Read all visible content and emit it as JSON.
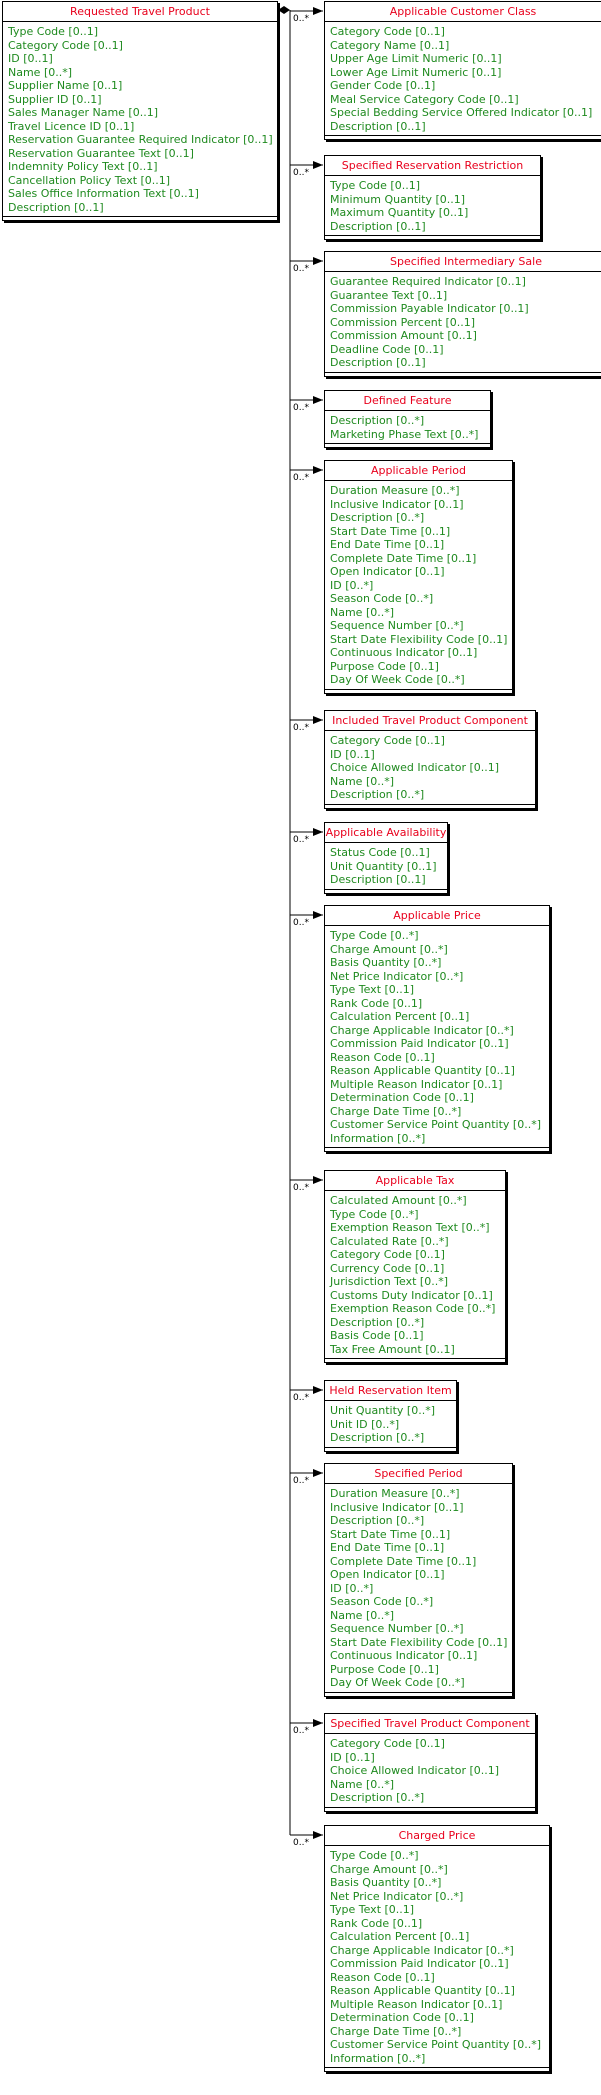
{
  "diagram": {
    "source": {
      "name": "Requested Travel Product",
      "attributes": [
        "Type Code [0..1]",
        "Category Code [0..1]",
        "ID [0..1]",
        "Name [0..*]",
        "Supplier Name [0..1]",
        "Supplier ID [0..1]",
        "Sales Manager Name [0..1]",
        "Travel Licence ID [0..1]",
        "Reservation Guarantee Required Indicator [0..1]",
        "Reservation Guarantee Text [0..1]",
        "Indemnity Policy Text [0..1]",
        "Cancellation Policy Text [0..1]",
        "Sales Office Information Text [0..1]",
        "Description [0..1]"
      ]
    },
    "targets": [
      {
        "name": "Applicable Customer Class",
        "multiplicity": "0..*",
        "attributes": [
          "Category Code [0..1]",
          "Category Name [0..1]",
          "Upper Age Limit Numeric [0..1]",
          "Lower Age Limit Numeric [0..1]",
          "Gender Code [0..1]",
          "Meal Service Category Code [0..1]",
          "Special Bedding Service Offered Indicator [0..1]",
          "Description [0..1]"
        ]
      },
      {
        "name": "Specified Reservation Restriction",
        "multiplicity": "0..*",
        "attributes": [
          "Type Code [0..1]",
          "Minimum Quantity [0..1]",
          "Maximum Quantity [0..1]",
          "Description [0..1]"
        ]
      },
      {
        "name": "Specified Intermediary Sale",
        "multiplicity": "0..*",
        "attributes": [
          "Guarantee Required Indicator [0..1]",
          "Guarantee Text [0..1]",
          "Commission Payable Indicator [0..1]",
          "Commission Percent [0..1]",
          "Commission Amount [0..1]",
          "Deadline Code [0..1]",
          "Description [0..1]"
        ]
      },
      {
        "name": "Defined Feature",
        "multiplicity": "0..*",
        "attributes": [
          "Description [0..*]",
          "Marketing Phase Text [0..*]"
        ]
      },
      {
        "name": "Applicable Period",
        "multiplicity": "0..*",
        "attributes": [
          "Duration Measure [0..*]",
          "Inclusive Indicator [0..1]",
          "Description [0..*]",
          "Start Date Time [0..1]",
          "End Date Time [0..1]",
          "Complete Date Time [0..1]",
          "Open Indicator [0..1]",
          "ID [0..*]",
          "Season Code [0..*]",
          "Name [0..*]",
          "Sequence Number [0..*]",
          "Start Date Flexibility Code [0..1]",
          "Continuous Indicator [0..1]",
          "Purpose Code [0..1]",
          "Day Of Week Code [0..*]"
        ]
      },
      {
        "name": "Included Travel Product Component",
        "multiplicity": "0..*",
        "attributes": [
          "Category Code [0..1]",
          "ID [0..1]",
          "Choice Allowed Indicator [0..1]",
          "Name [0..*]",
          "Description [0..*]"
        ]
      },
      {
        "name": "Applicable Availability",
        "multiplicity": "0..*",
        "attributes": [
          "Status Code [0..1]",
          "Unit Quantity [0..1]",
          "Description [0..1]"
        ]
      },
      {
        "name": "Applicable Price",
        "multiplicity": "0..*",
        "attributes": [
          "Type Code [0..*]",
          "Charge Amount [0..*]",
          "Basis Quantity [0..*]",
          "Net Price Indicator [0..*]",
          "Type Text [0..1]",
          "Rank Code [0..1]",
          "Calculation Percent [0..1]",
          "Charge Applicable Indicator [0..*]",
          "Commission Paid Indicator [0..1]",
          "Reason Code [0..1]",
          "Reason Applicable Quantity [0..1]",
          "Multiple Reason Indicator [0..1]",
          "Determination Code [0..1]",
          "Charge Date Time [0..*]",
          "Customer Service Point Quantity [0..*]",
          "Information [0..*]"
        ]
      },
      {
        "name": "Applicable Tax",
        "multiplicity": "0..*",
        "attributes": [
          "Calculated Amount [0..*]",
          "Type Code [0..*]",
          "Exemption Reason Text [0..*]",
          "Calculated Rate [0..*]",
          "Category Code [0..1]",
          "Currency Code [0..1]",
          "Jurisdiction Text [0..*]",
          "Customs Duty Indicator [0..1]",
          "Exemption Reason Code [0..*]",
          "Description [0..*]",
          "Basis Code [0..1]",
          "Tax Free Amount [0..1]"
        ]
      },
      {
        "name": "Held Reservation Item",
        "multiplicity": "0..*",
        "attributes": [
          "Unit Quantity [0..*]",
          "Unit ID [0..*]",
          "Description [0..*]"
        ]
      },
      {
        "name": "Specified Period",
        "multiplicity": "0..*",
        "attributes": [
          "Duration Measure [0..*]",
          "Inclusive Indicator [0..1]",
          "Description [0..*]",
          "Start Date Time [0..1]",
          "End Date Time [0..1]",
          "Complete Date Time [0..1]",
          "Open Indicator [0..1]",
          "ID [0..*]",
          "Season Code [0..*]",
          "Name [0..*]",
          "Sequence Number [0..*]",
          "Start Date Flexibility Code [0..1]",
          "Continuous Indicator [0..1]",
          "Purpose Code [0..1]",
          "Day Of Week Code [0..*]"
        ]
      },
      {
        "name": "Specified Travel Product Component",
        "multiplicity": "0..*",
        "attributes": [
          "Category Code [0..1]",
          "ID [0..1]",
          "Choice Allowed Indicator [0..1]",
          "Name [0..*]",
          "Description [0..*]"
        ]
      },
      {
        "name": "Charged Price",
        "multiplicity": "0..*",
        "attributes": [
          "Type Code [0..*]",
          "Charge Amount [0..*]",
          "Basis Quantity [0..*]",
          "Net Price Indicator [0..*]",
          "Type Text [0..1]",
          "Rank Code [0..1]",
          "Calculation Percent [0..1]",
          "Charge Applicable Indicator [0..*]",
          "Commission Paid Indicator [0..1]",
          "Reason Code [0..1]",
          "Reason Applicable Quantity [0..1]",
          "Multiple Reason Indicator [0..1]",
          "Determination Code [0..1]",
          "Charge Date Time [0..*]",
          "Customer Service Point Quantity [0..*]",
          "Information [0..*]"
        ]
      }
    ],
    "colors": {
      "title": "#e8001c",
      "attribute": "#1f8a1f",
      "line": "#000000",
      "border": "#000000",
      "background": "#ffffff"
    }
  }
}
